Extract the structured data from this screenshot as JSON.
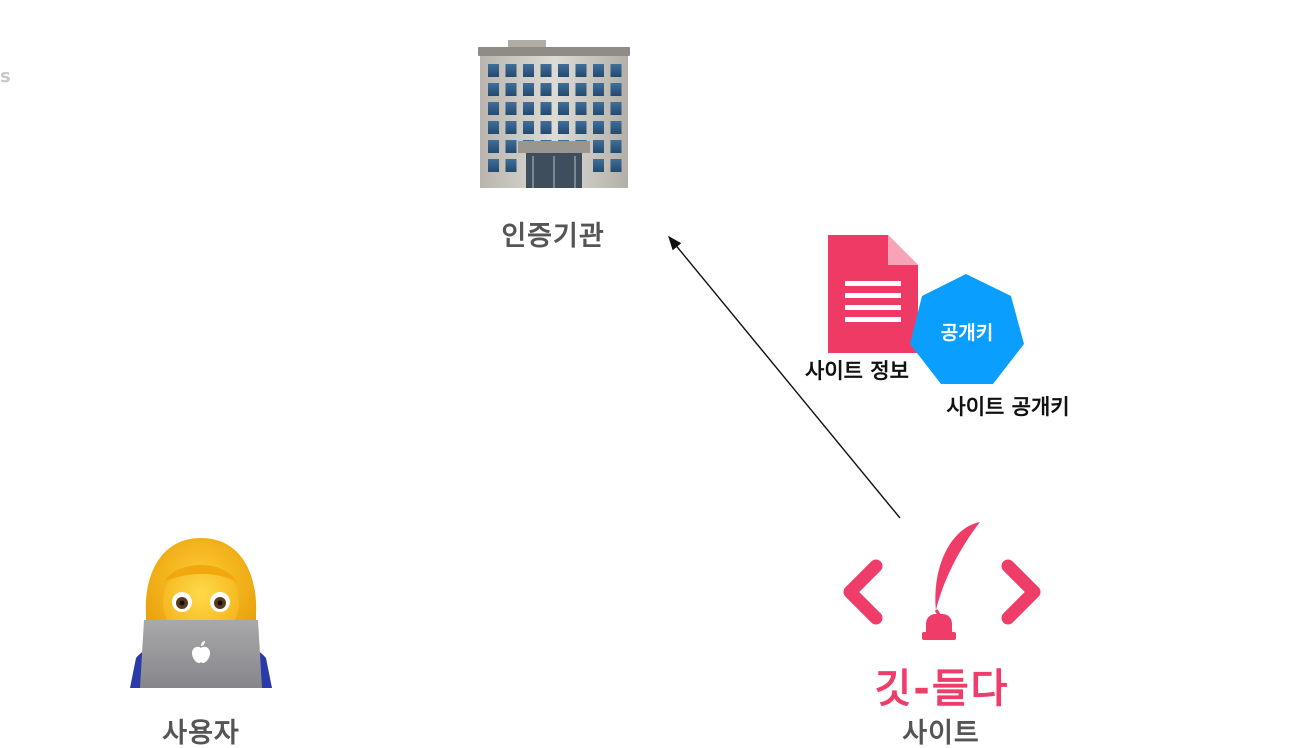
{
  "corner_mark": "s",
  "nodes": {
    "authority": {
      "label": "인증기관",
      "icon": "office-building-icon"
    },
    "user": {
      "label": "사용자",
      "icon": "woman-technologist-icon"
    },
    "site": {
      "label": "사이트",
      "logo_text": "깃-들다",
      "icon": "quill-code-logo-icon"
    }
  },
  "payload": {
    "document": {
      "label": "사이트 정보",
      "icon": "document-icon",
      "color": "#f03a66"
    },
    "key": {
      "text": "공개키",
      "label": "사이트 공개키",
      "icon": "heptagon-key-icon",
      "color": "#0a9eff"
    }
  },
  "edges": [
    {
      "from": "site",
      "to": "authority",
      "type": "arrow"
    }
  ],
  "colors": {
    "brand": "#ef3d6a",
    "key": "#0a9eff",
    "label": "#555555"
  }
}
